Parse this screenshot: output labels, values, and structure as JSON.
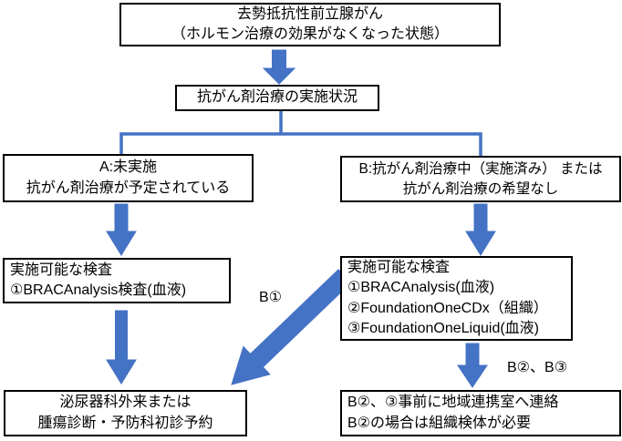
{
  "diagram": {
    "nodes": {
      "crpc": {
        "lines": [
          "去勢抵抗性前立腺がん",
          "（ホルモン治療の効果がなくなった状態）"
        ]
      },
      "chemo_status": {
        "lines": [
          "抗がん剤治療の実施状況"
        ]
      },
      "branch_a": {
        "lines": [
          "A:未実施",
          "抗がん剤治療が予定されている"
        ]
      },
      "branch_b": {
        "lines": [
          "B:抗がん剤治療中（実施済み） または",
          "抗がん剤治療の希望なし"
        ]
      },
      "tests_a": {
        "lines": [
          "実施可能な検査",
          "①BRACAnalysis検査(血液)"
        ]
      },
      "tests_b": {
        "lines": [
          "実施可能な検査",
          "①BRACAnalysis(血液)",
          "②FoundationOneCDx（組織）",
          "③FoundationOneLiquid(血液)"
        ]
      },
      "dest_left": {
        "lines": [
          "泌尿器科外来または",
          "腫瘍診断・予防科初診予約"
        ]
      },
      "dest_right": {
        "lines": [
          "B②、③事前に地域連携室へ連絡",
          "B②の場合は組織検体が必要"
        ]
      }
    },
    "edge_labels": {
      "b1": "B①",
      "b2_b3": "B②、B③"
    },
    "colors": {
      "arrow_blue": "#4472C4",
      "box_border": "#000000",
      "background": "#FFFFFF"
    }
  }
}
